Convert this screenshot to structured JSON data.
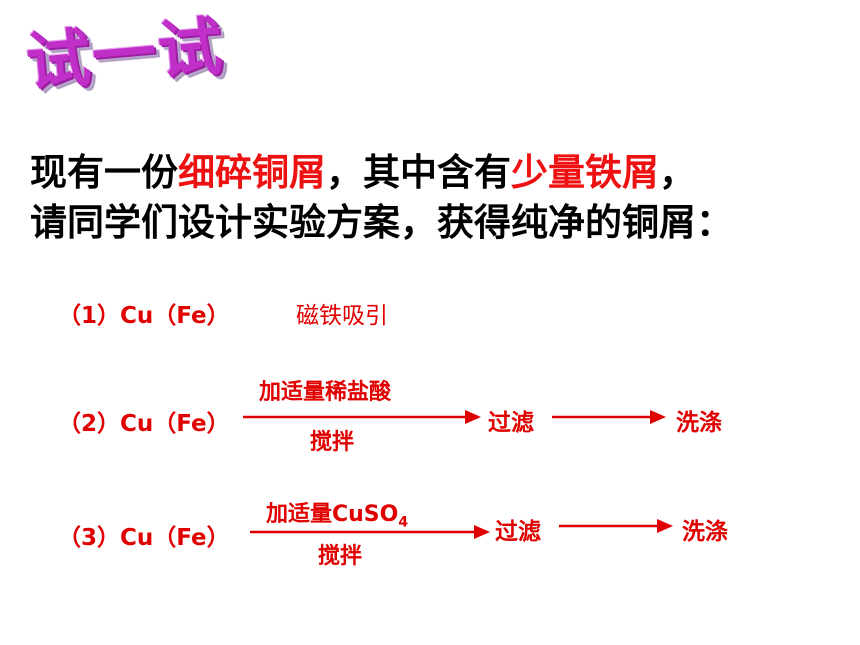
{
  "title": "试一试",
  "intro": {
    "line1": [
      {
        "text": "现有一份",
        "highlight": false
      },
      {
        "text": "细碎铜屑",
        "highlight": true
      },
      {
        "text": "，其中含有",
        "highlight": false
      },
      {
        "text": "少量铁屑",
        "highlight": true
      },
      {
        "text": "，",
        "highlight": false
      }
    ],
    "line2": "请同学们设计实验方案，获得纯净的铜屑："
  },
  "methods": [
    {
      "label": "（1）Cu（Fe）",
      "action": "磁铁吸引"
    },
    {
      "label": "（2）Cu（Fe）",
      "above": "加适量稀盐酸",
      "below": "搅拌",
      "step1": "过滤",
      "step2": "洗涤"
    },
    {
      "label": "（3）Cu（Fe）",
      "above_main": "加适量CuSO",
      "above_sub": "4",
      "below": "搅拌",
      "step1": "过滤",
      "step2": "洗涤"
    }
  ],
  "colors": {
    "highlight": "#ee1111",
    "method_text": "#e00000",
    "title": "#c030c8"
  }
}
